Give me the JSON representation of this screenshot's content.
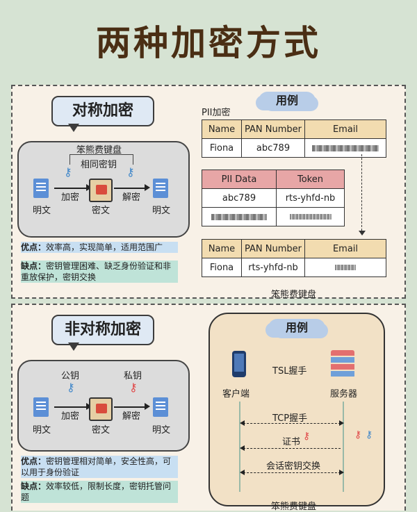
{
  "title": "两种加密方式",
  "symmetric": {
    "heading": "对称加密",
    "watermark": "笨熊费键盘",
    "shared_key": "相同密钥",
    "plaintext_left": "明文",
    "encrypt": "加密",
    "ciphertext": "密文",
    "decrypt": "解密",
    "plaintext_right": "明文",
    "pros_label": "优点：",
    "pros_text": "效率高，实现简单，适用范围广",
    "cons_label": "缺点：",
    "cons_text": "密钥管理困难、缺乏身份验证和非重放保护，密钥交换"
  },
  "example_top": {
    "cloud": "用例",
    "pii_label": "PII加密",
    "table1": {
      "headers": [
        "Name",
        "PAN Number",
        "Email"
      ],
      "row": [
        "Fiona",
        "abc789",
        ""
      ]
    },
    "table2": {
      "headers": [
        "PII Data",
        "Token"
      ],
      "rows": [
        [
          "abc789",
          "rts-yhfd-nb"
        ],
        [
          "",
          ""
        ]
      ]
    },
    "table3": {
      "headers": [
        "Name",
        "PAN Number",
        "Email"
      ],
      "row": [
        "Fiona",
        "rts-yhfd-nb",
        ""
      ]
    },
    "watermark": "笨熊费键盘"
  },
  "asymmetric": {
    "heading": "非对称加密",
    "public_key": "公钥",
    "private_key": "私钥",
    "plaintext_left": "明文",
    "encrypt": "加密",
    "ciphertext": "密文",
    "decrypt": "解密",
    "plaintext_right": "明文",
    "pros_label": "优点：",
    "pros_text": "密钥管理相对简单，安全性高，可以用于身份验证",
    "cons_label": "缺点：",
    "cons_text": "效率较低，限制长度，密钥托管问题"
  },
  "example_bottom": {
    "cloud": "用例",
    "tls": "TSL握手",
    "client": "客户端",
    "server": "服务器",
    "tcp": "TCP握手",
    "cert": "证书",
    "session": "会话密钥交换",
    "watermark": "笨熊费键盘"
  },
  "colors": {
    "blue_key": "#3f86c9",
    "red_key": "#e04848",
    "doc_blue": "#5c8fd6"
  }
}
